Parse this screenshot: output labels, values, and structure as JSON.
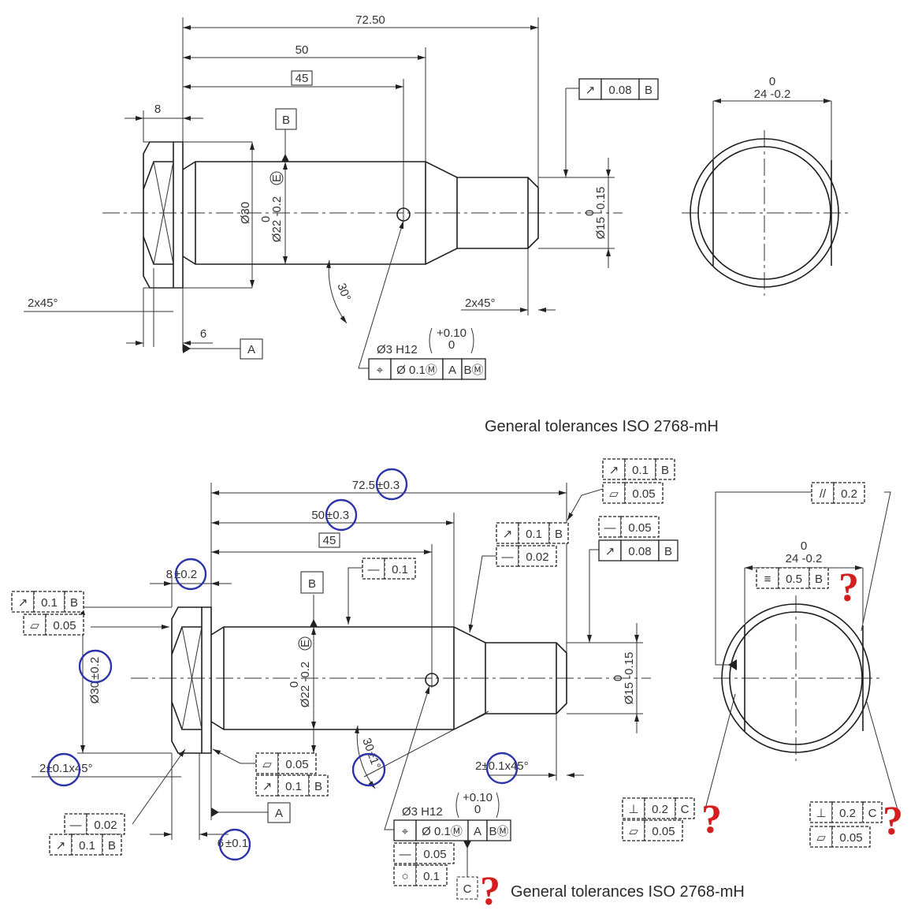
{
  "colors": {
    "annotation_circle": "#2b34a8",
    "question_mark": "#d3201f",
    "line": "#1e1e1e"
  },
  "top": {
    "dim_overall": "72.50",
    "dim_50": "50",
    "dim_45": "45",
    "dim_8": "8",
    "dim_6": "6",
    "dia30": "Ø30",
    "dia22": "Ø22 -0.2",
    "dia22_upper": "0",
    "envelope": "E",
    "angle": "30°",
    "chamfer_left": "2x45°",
    "chamfer_right": "2x45°",
    "dia15": "Ø15 -0.15",
    "dia15_upper": "0",
    "width24": "24 -0.2",
    "width24_upper": "0",
    "hole": "Ø3 H12",
    "hole_upper": "+0.10",
    "hole_lower": "0",
    "datum_a": "A",
    "datum_b": "B"
  },
  "note_top": "General tolerances ISO 2768-mH",
  "bottom": {
    "dim_overall": "72.5",
    "dim_overall_tol": "±0.3",
    "dim_50": "50",
    "dim_50_tol": "±0.3",
    "dim_45": "45",
    "dim_8": "8",
    "dim_8_tol": "±0.2",
    "dia30": "Ø30",
    "dia30_tol": "±0.2",
    "dia22": "Ø22 -0.2",
    "dia22_upper": "0",
    "envelope": "E",
    "angle": "30",
    "angle_tol": "±1°",
    "chamfer_left": "2",
    "chamfer_left_tol": "±0.1",
    "chamfer_left_suffix": "x45°",
    "chamfer_right": "2",
    "chamfer_right_tol": "±0.1",
    "chamfer_right_suffix": "x45°",
    "dim_6": "6",
    "dim_6_tol": "±0.1",
    "dia15": "Ø15 -0.15",
    "dia15_upper": "0",
    "width24": "24 -0.2",
    "width24_upper": "0",
    "hole": "Ø3 H12",
    "hole_upper": "+0.10",
    "hole_lower": "0",
    "datum_a": "A",
    "datum_b": "B",
    "datum_c": "C",
    "question_mark": "?"
  },
  "note_bottom": "General tolerances ISO 2768-mH",
  "fcf": {
    "top_runout": [
      "↗",
      "0.08",
      "B"
    ],
    "top_position": [
      "⌖",
      "Ø 0.1Ⓜ",
      "A",
      "BⓂ"
    ],
    "b_head_runout": [
      "↗",
      "0.1",
      "B"
    ],
    "b_head_flat": [
      "▱",
      "0.05"
    ],
    "b_shaft_straight": [
      "—",
      "0.1"
    ],
    "b_taper_runout": [
      "↗",
      "0.1",
      "B"
    ],
    "b_taper_flat": [
      "▱",
      "0.05"
    ],
    "b_mid_runout": [
      "↗",
      "0.1",
      "B"
    ],
    "b_mid_straight": [
      "—",
      "0.02"
    ],
    "b_small_straight": [
      "—",
      "0.05"
    ],
    "b_small_runout": [
      "↗",
      "0.08",
      "B"
    ],
    "b_parallel": [
      "//",
      "0.2"
    ],
    "b_symmetry": [
      "≡",
      "0.5",
      "B"
    ],
    "b_face_flat": [
      "▱",
      "0.05"
    ],
    "b_face_runout": [
      "↗",
      "0.1",
      "B"
    ],
    "b_chamfer_straight": [
      "—",
      "0.02"
    ],
    "b_chamfer_runout": [
      "↗",
      "0.1",
      "B"
    ],
    "b_position": [
      "⌖",
      "Ø 0.1Ⓜ",
      "A",
      "BⓂ"
    ],
    "b_pos_straight": [
      "—",
      "0.05"
    ],
    "b_pos_circ": [
      "○",
      "0.1"
    ],
    "b_perp_left": [
      "⊥",
      "0.2",
      "C"
    ],
    "b_perp_left_flat": [
      "▱",
      "0.05"
    ],
    "b_perp_right": [
      "⊥",
      "0.2",
      "C"
    ],
    "b_perp_right_flat": [
      "▱",
      "0.05"
    ]
  }
}
